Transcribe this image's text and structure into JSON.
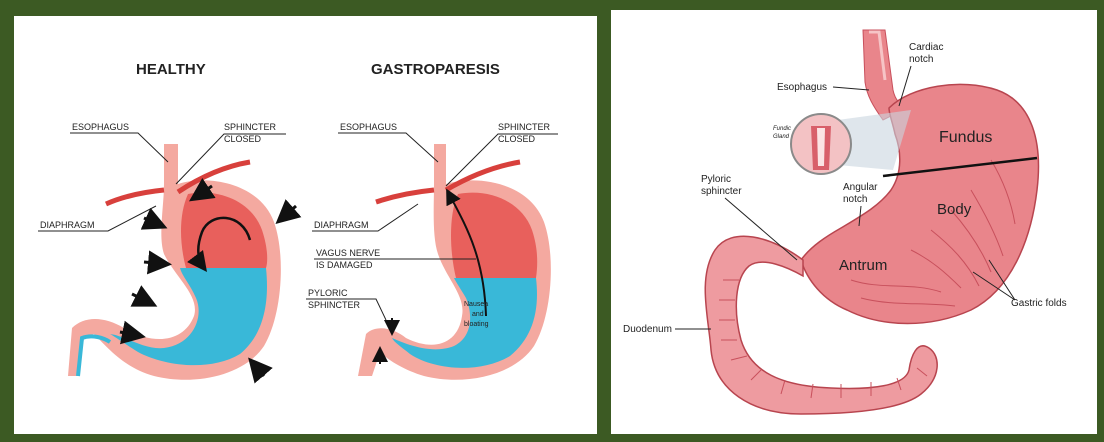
{
  "left_panel": {
    "healthy_title": "HEALTHY",
    "gastro_title": "GASTROPARESIS",
    "healthy_labels": {
      "esophagus": "ESOPHAGUS",
      "sphincter": "SPHINCTER",
      "closed": "CLOSED",
      "diaphragm": "DIAPHRAGM"
    },
    "gastro_labels": {
      "esophagus": "ESOPHAGUS",
      "sphincter": "SPHINCTER",
      "closed": "CLOSED",
      "diaphragm": "DIAPHRAGM",
      "vagus_line1": "VAGUS NERVE",
      "vagus_line2": "IS DAMAGED",
      "pyloric_line1": "PYLORIC",
      "pyloric_line2": "SPHINCTER",
      "nausea_line1": "Nausea",
      "nausea_line2": "and",
      "nausea_line3": "bloating"
    }
  },
  "right_panel": {
    "labels": {
      "cardiac_line1": "Cardiac",
      "cardiac_line2": "notch",
      "esophagus": "Esophagus",
      "fundic_line1": "Fundic",
      "fundic_line2": "Gland",
      "fundus": "Fundus",
      "pyloric_line1": "Pyloric",
      "pyloric_line2": "sphincter",
      "angular_line1": "Angular",
      "angular_line2": "notch",
      "body": "Body",
      "antrum": "Antrum",
      "gastric_folds": "Gastric folds",
      "duodenum": "Duodenum"
    }
  },
  "colors": {
    "frame_green": "#3c5a23",
    "stomach_pink": "#f4a9a0",
    "stomach_red": "#e8605c",
    "fluid_blue": "#39b8d8",
    "diaphragm_red": "#d8403c",
    "anatomy_pink": "#e9858b",
    "anatomy_dark": "#c8505c"
  }
}
